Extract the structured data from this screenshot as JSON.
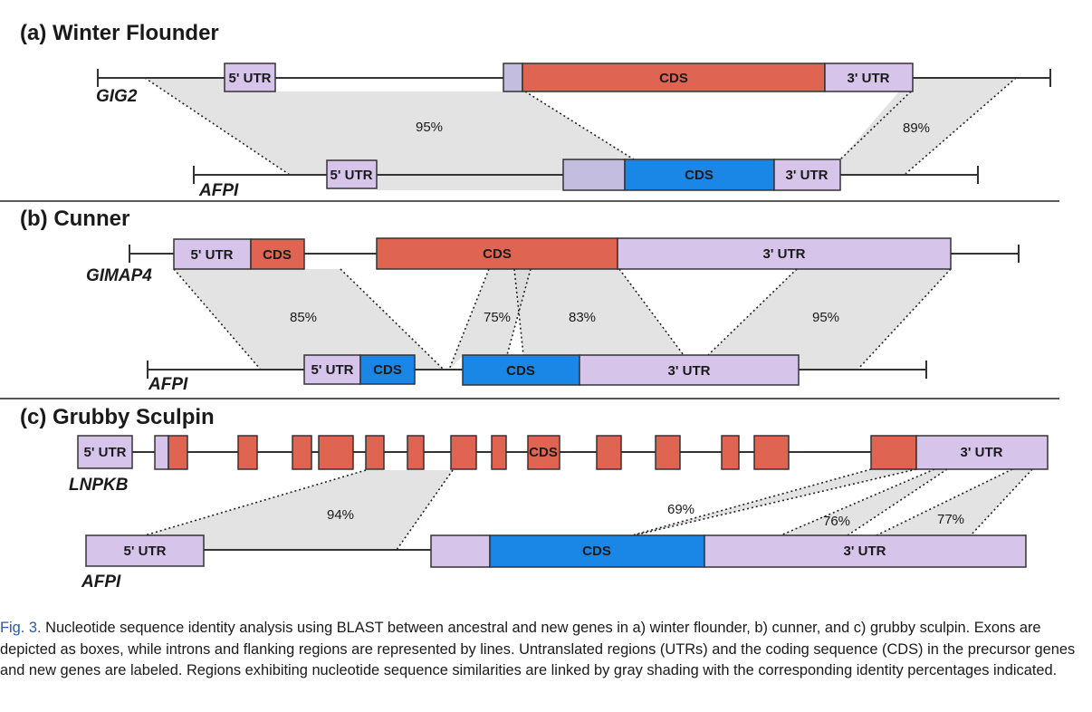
{
  "panels": {
    "a": {
      "title": "(a) Winter Flounder",
      "gene_top": "GIG2",
      "gene_bottom": "AFPI",
      "labels": {
        "utr5_top": "5' UTR",
        "cds_top": "CDS",
        "utr3_top": "3' UTR",
        "utr5_bot": "5' UTR",
        "cds_bot": "CDS",
        "utr3_bot": "3' UTR"
      },
      "identities": [
        "95%",
        "89%"
      ]
    },
    "b": {
      "title": "(b) Cunner",
      "gene_top": "GIMAP4",
      "gene_bottom": "AFPI",
      "labels": {
        "utr5_top": "5' UTR",
        "cds1_top": "CDS",
        "cds2_top": "CDS",
        "utr3_top": "3' UTR",
        "utr5_bot": "5' UTR",
        "cds1_bot": "CDS",
        "cds2_bot": "CDS",
        "utr3_bot": "3' UTR"
      },
      "identities": [
        "85%",
        "75%",
        "83%",
        "95%"
      ]
    },
    "c": {
      "title": "(c) Grubby Sculpin",
      "gene_top": "LNPKB",
      "gene_bottom": "AFPI",
      "labels": {
        "utr5_top": "5' UTR",
        "cds_top": "CDS",
        "utr3_top": "3' UTR",
        "utr5_bot": "5' UTR",
        "cds_bot": "CDS",
        "utr3_bot": "3' UTR"
      },
      "identities": [
        "94%",
        "69%",
        "76%",
        "77%"
      ]
    }
  },
  "colors": {
    "ancestral_cds": "#e06452",
    "new_cds": "#1a87e6",
    "utr": "#d7c4eb",
    "utr_dark": "#c3bde0",
    "shading": "#d9d9d9"
  },
  "caption": {
    "fig_label": "Fig. 3.",
    "text": "Nucleotide sequence identity analysis using BLAST between ancestral and new genes in a) winter flounder, b) cunner, and c) grubby sculpin. Exons are depicted as boxes, while introns and flanking regions are represented by lines. Untranslated regions (UTRs) and the coding sequence (CDS) in the precursor genes and new genes are labeled. Regions exhibiting nucleotide sequence similarities are linked by gray shading with the corresponding identity percentages indicated."
  }
}
